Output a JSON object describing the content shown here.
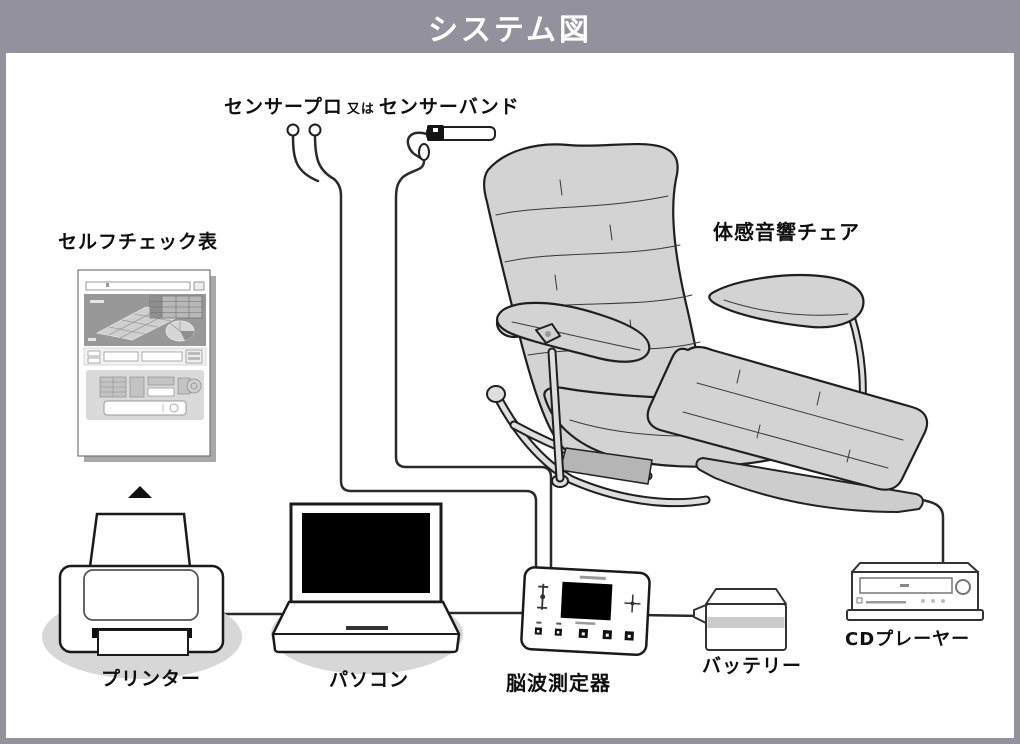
{
  "banner": {
    "title": "システム図"
  },
  "labels": {
    "sensor_pro": "センサープロ",
    "or_text": "又は",
    "sensor_band": "センサーバンド",
    "self_check_sheet": "セルフチェック表",
    "chair": "体感音響チェア",
    "printer": "プリンター",
    "pc": "パソコン",
    "eeg_device": "脳波測定器",
    "battery": "バッテリー",
    "cd_player": "CDプレーヤー"
  },
  "connections": [
    {
      "from": "sensor_pro",
      "to": "eeg_device",
      "via": "cable"
    },
    {
      "from": "sensor_band",
      "to": "eeg_device",
      "via": "cable"
    },
    {
      "from": "printer",
      "to": "pc",
      "via": "cable"
    },
    {
      "from": "pc",
      "to": "eeg_device",
      "via": "cable"
    },
    {
      "from": "eeg_device",
      "to": "battery",
      "via": "cable"
    },
    {
      "from": "chair",
      "to": "cd_player",
      "via": "cable"
    },
    {
      "from": "printer",
      "to": "self_check_sheet",
      "via": "arrow"
    }
  ],
  "colors": {
    "frame": "#93919b",
    "banner_text": "#ffffff",
    "canvas": "#ffffff",
    "outline": "#1f1f1f",
    "chair_fill": "#d3d3d3",
    "shadow_ellipse": "#d7d7d7"
  }
}
